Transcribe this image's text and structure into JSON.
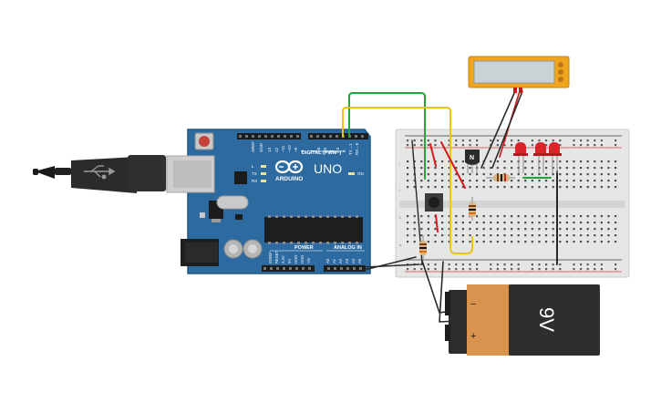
{
  "board": {
    "brand": "ARDUINO",
    "model": "UNO",
    "digital_label": "DIGITAL (PWM~)",
    "tx_label": "TX",
    "rx_label": "RX",
    "on_label": "ON",
    "l_label": "L",
    "aref_label": "AREF",
    "gnd_label": "GND",
    "power_label": "POWER",
    "analog_label": "ANALOG IN",
    "digital_pins": [
      "13",
      "12",
      "~11",
      "~10",
      "~9",
      "8",
      "7",
      "~6",
      "~5",
      "4",
      "~3",
      "2",
      "TX→1",
      "RX←0"
    ],
    "power_pins": [
      "IOREF",
      "RESET",
      "3.3V",
      "5V",
      "GND",
      "GND",
      "Vin"
    ],
    "analog_pins": [
      "A0",
      "A1",
      "A2",
      "A3",
      "A4",
      "A5"
    ]
  },
  "transistor": {
    "label": "N"
  },
  "battery": {
    "label": "9V",
    "minus": "−",
    "plus": "+"
  },
  "colors": {
    "board": "#2c6aa0",
    "board_edge": "#1e5583",
    "wire_green": "#22a53a",
    "wire_yellow": "#e8c41a",
    "wire_red": "#d61a1a",
    "wire_black": "#2a2a2a",
    "led_red": "#d9252a",
    "breadboard": "#e6e6e6",
    "rail_red": "#d33a3a",
    "battery_body": "#d8944f",
    "battery_cap": "#2d2d2d",
    "lcd_frame": "#f1a51c",
    "lcd_screen": "#c9d3d6"
  },
  "icons": [
    "usb-cable-icon",
    "arduino-infinity-logo-icon",
    "reset-button-icon"
  ]
}
